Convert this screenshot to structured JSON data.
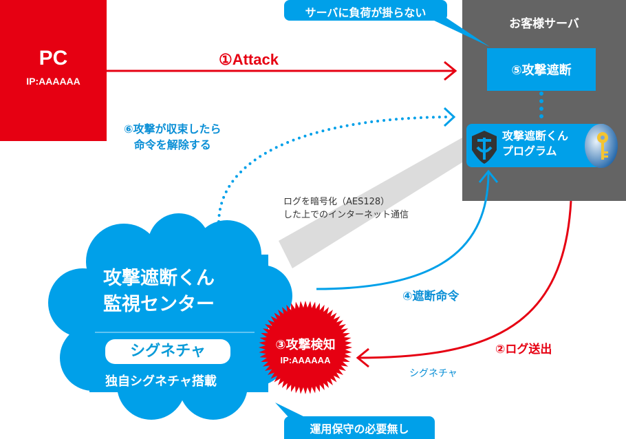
{
  "colors": {
    "red": "#e60012",
    "blue": "#00a0e9",
    "server_gray": "#646464",
    "band_gray": "#dcdcdc"
  },
  "pc": {
    "title": "PC",
    "ip": "IP:AAAAAA"
  },
  "server": {
    "title": "お客様サーバ",
    "step5": "⑤攻撃遮断",
    "program": {
      "line1": "攻撃遮断くん",
      "line2": "プログラム"
    },
    "icons": [
      "shield-logo-icon",
      "key-icon"
    ]
  },
  "callouts": {
    "top": "サーバに負荷が掛らない",
    "bottom": "運用保守の必要無し"
  },
  "arrows": {
    "attack": "①Attack",
    "release": {
      "line1": "⑥攻撃が収束したら",
      "line2": "命令を解除する"
    },
    "encrypted": {
      "line1": "ログを暗号化（AES128）",
      "line2": "した上でのインターネット通信"
    },
    "block_command": "④遮断命令",
    "log_send": "②ログ送出",
    "signature": "シグネチャ"
  },
  "center": {
    "line1": "攻撃遮断くん",
    "line2": "監視センター",
    "pill": "シグネチャ",
    "sub": "独自シグネチャ搭載"
  },
  "detection": {
    "title": "③攻撃検知",
    "ip": "IP:AAAAAA"
  }
}
